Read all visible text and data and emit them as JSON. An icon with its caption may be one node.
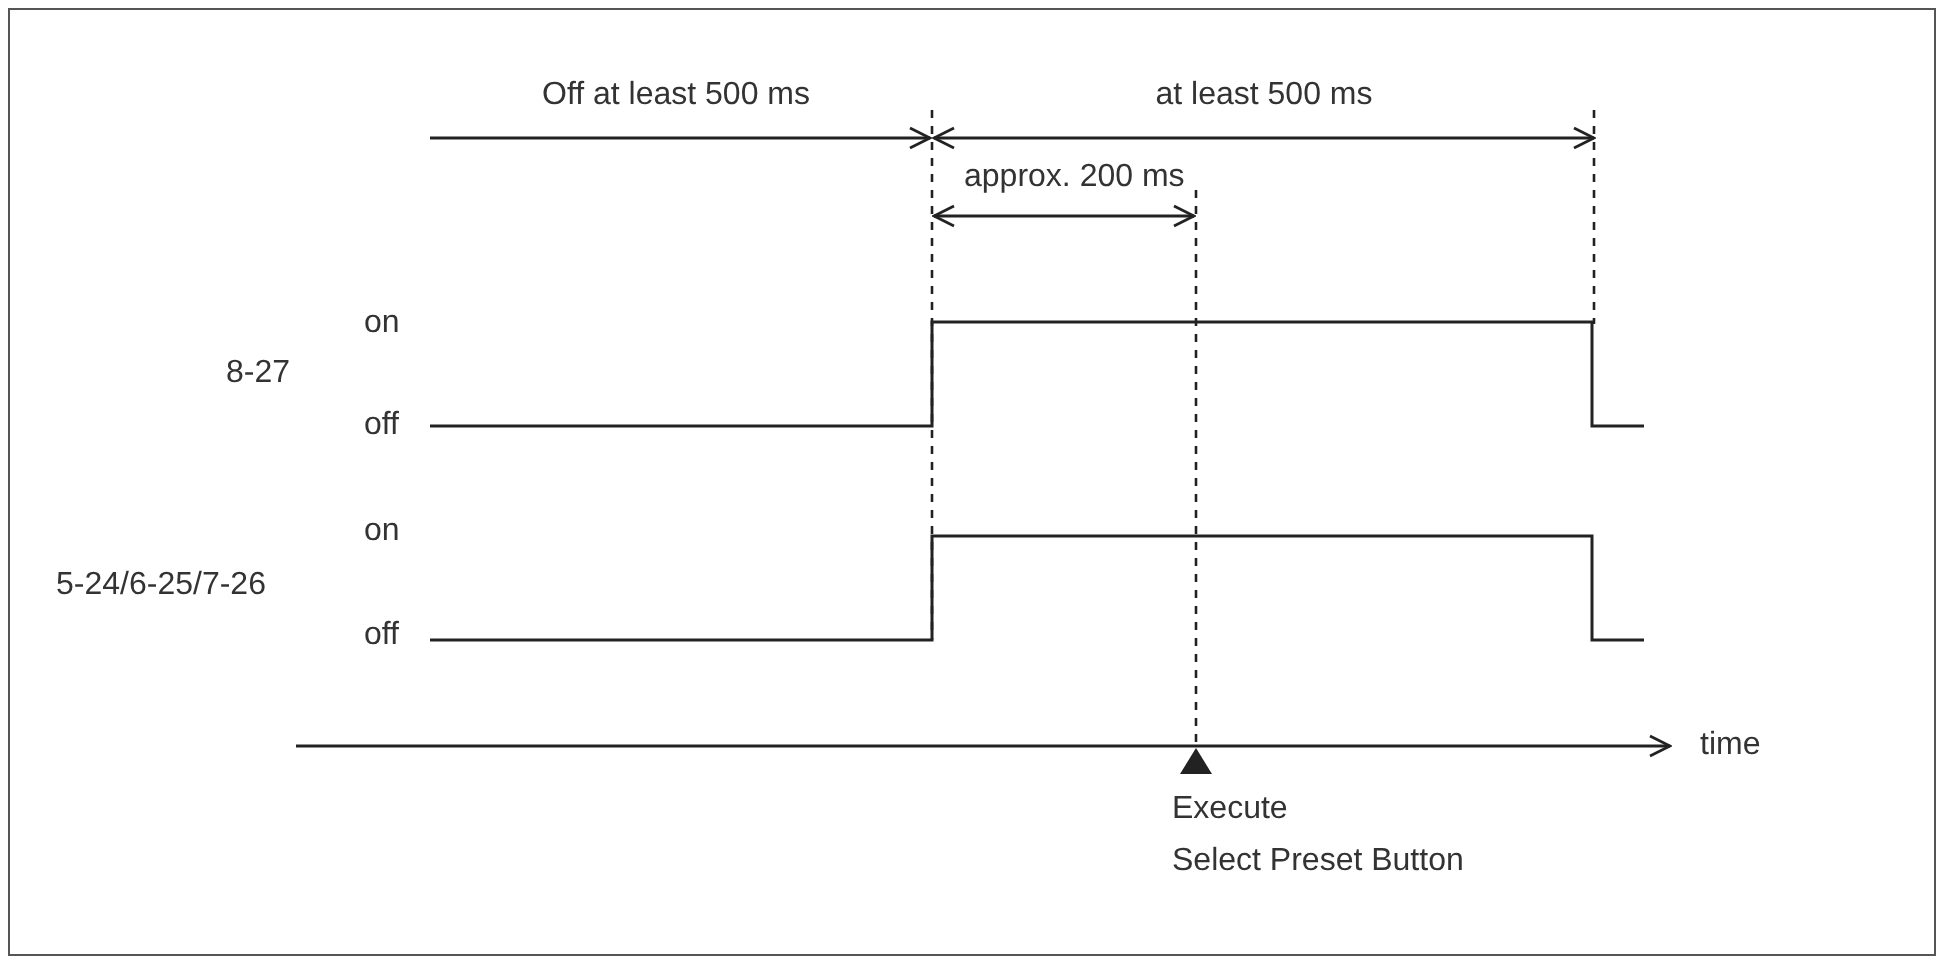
{
  "diagram": {
    "labels": [
      "Off at least 500 ms",
      "at least 500 ms",
      "approx. 200 ms",
      "on",
      "8-27",
      "off",
      "on",
      "5-24/6-25/7-26",
      "off",
      "time",
      "Execute",
      "Select Preset Button"
    ]
  }
}
